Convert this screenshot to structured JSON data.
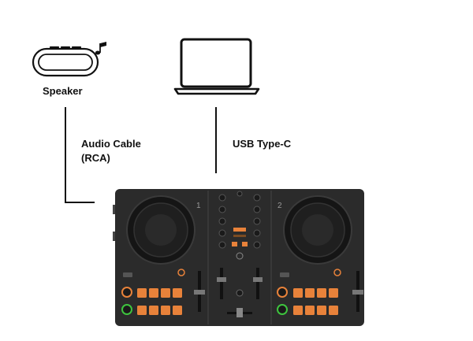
{
  "labels": {
    "speaker": "Speaker",
    "audio_cable_line1": "Audio Cable",
    "audio_cable_line2": "(RCA)",
    "usb": "USB Type-C"
  },
  "controller": {
    "deck_left_number": "1",
    "deck_right_number": "2",
    "left_pads": 8,
    "right_pads": 8
  },
  "icons": {
    "speaker": "speaker-icon",
    "music_note": "music-note-icon",
    "laptop": "laptop-icon",
    "dj_controller": "dj-controller-icon"
  },
  "colors": {
    "line": "#111111",
    "controller_body": "#2b2b2b",
    "pad": "#e8823a",
    "sync_ring": "#e8823a",
    "cue_ring": "#3ec43e"
  }
}
